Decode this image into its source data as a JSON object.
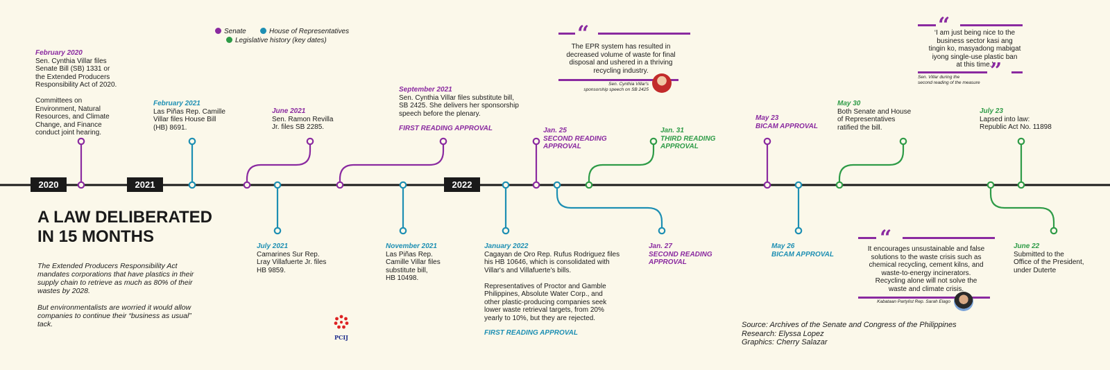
{
  "legend": {
    "senate": "Senate",
    "house": "House of Representatives",
    "history": "Legislative history (key dates)"
  },
  "colors": {
    "senate": "#8a2aa0",
    "house": "#1d8fb3",
    "history": "#2e9b47",
    "axis": "#1a1a1a"
  },
  "years": [
    "2020",
    "2021",
    "2022"
  ],
  "title": "A LAW DELIBERATED\nIN 15 MONTHS",
  "intro": "The Extended Producers Responsibility Act mandates corporations that have plastics in their supply chain to retrieve as much as 80% of their wastes by 2028.\n\nBut environmentalists are worried it would allow companies to continue their “business as usual” tack.",
  "events": {
    "feb2020": {
      "date": "February 2020",
      "text": "Sen. Cynthia Villar files\nSenate Bill (SB) 1331 or\nthe Extended Producers\nResponsibility Act of 2020.\n\nCommittees on\nEnvironment, Natural\nResources, and Climate\nChange, and Finance\nconduct joint hearing."
    },
    "feb2021": {
      "date": "February 2021",
      "text": "Las Piñas Rep. Camille\nVillar files House Bill\n(HB) 8691."
    },
    "jun2021": {
      "date": "June 2021",
      "text": "Sen. Ramon Revilla\nJr. files SB 2285."
    },
    "sep2021": {
      "date": "September 2021",
      "text": "Sen. Cynthia Villar files substitute bill,\nSB 2425. She delivers her sponsorship\nspeech before the plenary.",
      "milestone": "FIRST READING APPROVAL"
    },
    "jul2021": {
      "date": "July 2021",
      "text": "Camarines Sur Rep.\nLray Villafuerte Jr. files\nHB 9859."
    },
    "nov2021": {
      "date": "November 2021",
      "text": "Las Piñas Rep.\nCamille Villar files\nsubstitute bill,\nHB 10498."
    },
    "jan2022": {
      "date": "January 2022",
      "text": "Cagayan de Oro Rep. Rufus Rodriguez files\nhis HB 10646, which is consolidated with\nVillar's and Villafuerte's bills.\n\nRepresentatives of Proctor and Gamble\nPhilippines, Absolute Water Corp., and\nother plastic-producing companies seek\nlower waste retrieval targets, from 20%\nyearly to 10%, but they are rejected.",
      "milestone": "FIRST READING APPROVAL"
    },
    "jan25": {
      "date": "Jan. 25",
      "text": "SECOND READING\nAPPROVAL"
    },
    "jan31": {
      "date": "Jan. 31",
      "text": "THIRD READING\nAPPROVAL"
    },
    "jan27": {
      "date": "Jan. 27",
      "text": "SECOND READING\nAPPROVAL"
    },
    "may23": {
      "date": "May 23",
      "text": "BICAM APPROVAL"
    },
    "may26": {
      "date": "May 26",
      "text": "BICAM APPROVAL"
    },
    "may30": {
      "date": "May 30",
      "text": "Both Senate and House\nof Representatives\nratified the bill."
    },
    "jul23": {
      "date": "July 23",
      "text": "Lapsed into law:\nRepublic Act No. 11898"
    },
    "jun22": {
      "date": "June 22",
      "text": "Submitted to the\nOffice of the President,\nunder Duterte"
    }
  },
  "quotes": {
    "villar": {
      "text": "The EPR system has resulted in\ndecreased volume of waste for final\ndisposal and ushered in a thriving\nrecycling industry.",
      "attribution": "Sen. Cynthia Villar's\nsponsorship speech on SB 2425"
    },
    "villar2": {
      "text": "‘I am just being nice to the\nbusiness sector kasi ang\ntingin ko, masyadong mabigat\niyong single-use plastic ban\nat this time.’",
      "attribution": "Sen. Villar during the\nsecond reading of the measure"
    },
    "elago": {
      "text": "It encourages unsustainable and false\nsolutions to the waste crisis such as\nchemical recycling, cement kilns, and\nwaste-to-energy incinerators.\nRecycling alone will not solve the\nwaste and climate crisis.",
      "attribution": "Kabataan Partylist Rep. Sarah Elago"
    }
  },
  "credits": {
    "source": "Source: Archives of the Senate and Congress of the Philippines",
    "research": "Research: Elyssa Lopez",
    "graphics": "Graphics: Cherry Salazar"
  },
  "logo_text": "PCIJ"
}
